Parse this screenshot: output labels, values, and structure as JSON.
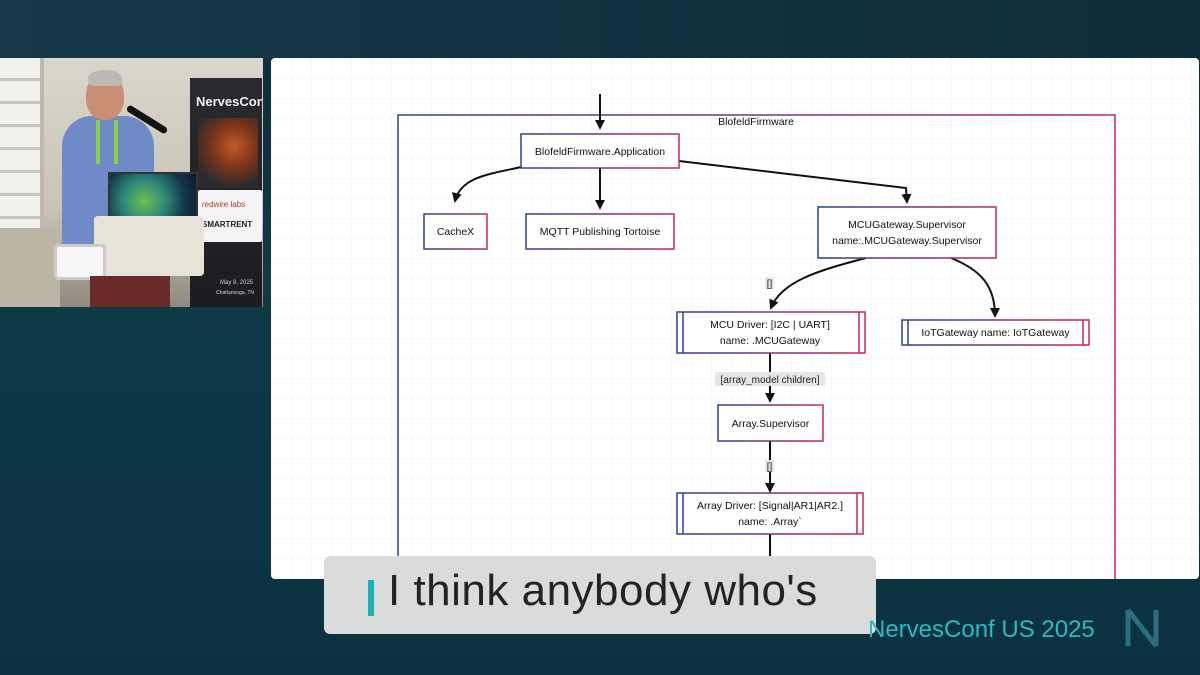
{
  "banner": {
    "title": "NervesConf",
    "sponsor1": "redwire labs",
    "sponsor2": "SMARTRENT",
    "date": "May 8, 2025",
    "location": "Chattanooga, TN"
  },
  "diagram": {
    "boundary_label": "BlofeldFirmware",
    "nodes": {
      "app": "BlofeldFirmware.Application",
      "cachex": "CacheX",
      "mqtt": "MQTT Publishing Tortoise",
      "mcu_sup_1": "MCUGateway.Supervisor",
      "mcu_sup_2": "name:.MCUGateway.Supervisor",
      "mcu_driver_1": "MCU Driver: [I2C | UART]",
      "mcu_driver_2": "name: .MCUGateway",
      "iot_gateway": "IoTGateway name: IoTGateway",
      "array_sup": "Array.Supervisor",
      "array_driver_1": "Array Driver: [Signal|AR1|AR2.]",
      "array_driver_2": "name: .Array`"
    },
    "edge_labels": {
      "e1": "[]",
      "e2": "[array_model children]",
      "e3": "[]"
    }
  },
  "caption": {
    "text": "I think anybody who's"
  },
  "conference": {
    "label": "NervesConf US 2025"
  },
  "colors": {
    "accent": "#19b3b7",
    "node_left": "#2c3f9e",
    "node_right": "#c4285a",
    "background": "#0f3a48"
  }
}
